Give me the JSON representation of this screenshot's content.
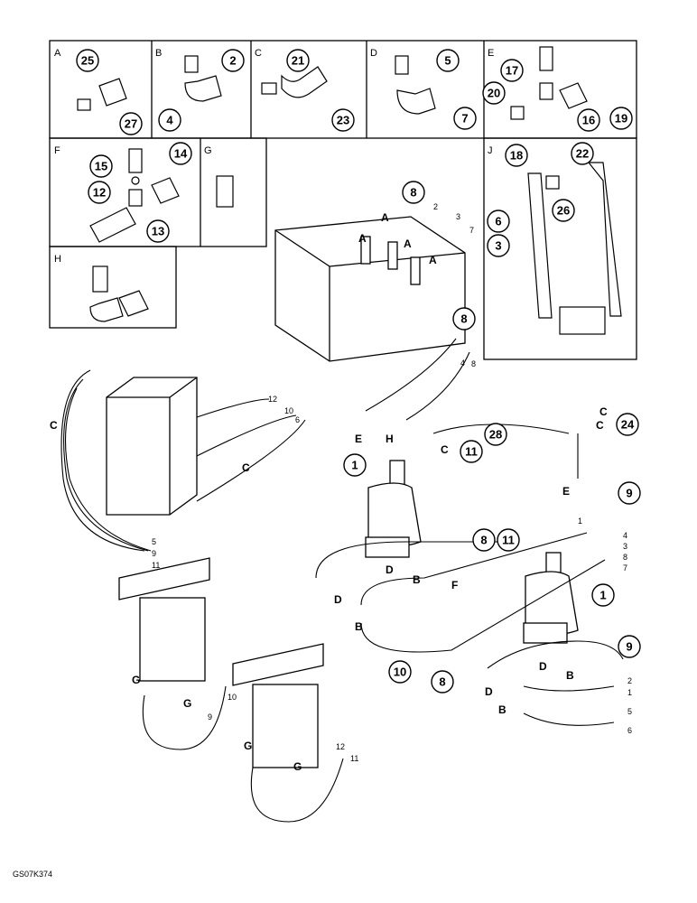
{
  "panels": [
    "A",
    "B",
    "C",
    "D",
    "E",
    "F",
    "G",
    "H",
    "J"
  ],
  "callouts": [
    "25",
    "27",
    "2",
    "4",
    "21",
    "23",
    "5",
    "7",
    "17",
    "20",
    "16",
    "19",
    "14",
    "15",
    "12",
    "13",
    "18",
    "22",
    "6",
    "26",
    "3",
    "8",
    "8",
    "24",
    "1",
    "9",
    "8",
    "11",
    "1",
    "10",
    "8",
    "9",
    "11",
    "28"
  ],
  "connector_letters": [
    "A",
    "A",
    "A",
    "A",
    "C",
    "C",
    "C",
    "E",
    "H",
    "C",
    "C",
    "E",
    "D",
    "D",
    "B",
    "F",
    "B",
    "B",
    "D",
    "D",
    "B",
    "G",
    "G",
    "G",
    "G"
  ],
  "line_numbers": [
    "2",
    "3",
    "7",
    "4",
    "8",
    "12",
    "10",
    "6",
    "5",
    "9",
    "11",
    "1",
    "4",
    "3",
    "8",
    "7",
    "10",
    "9",
    "12",
    "11",
    "2",
    "1",
    "5",
    "6"
  ],
  "footer_code": "GS07K374"
}
